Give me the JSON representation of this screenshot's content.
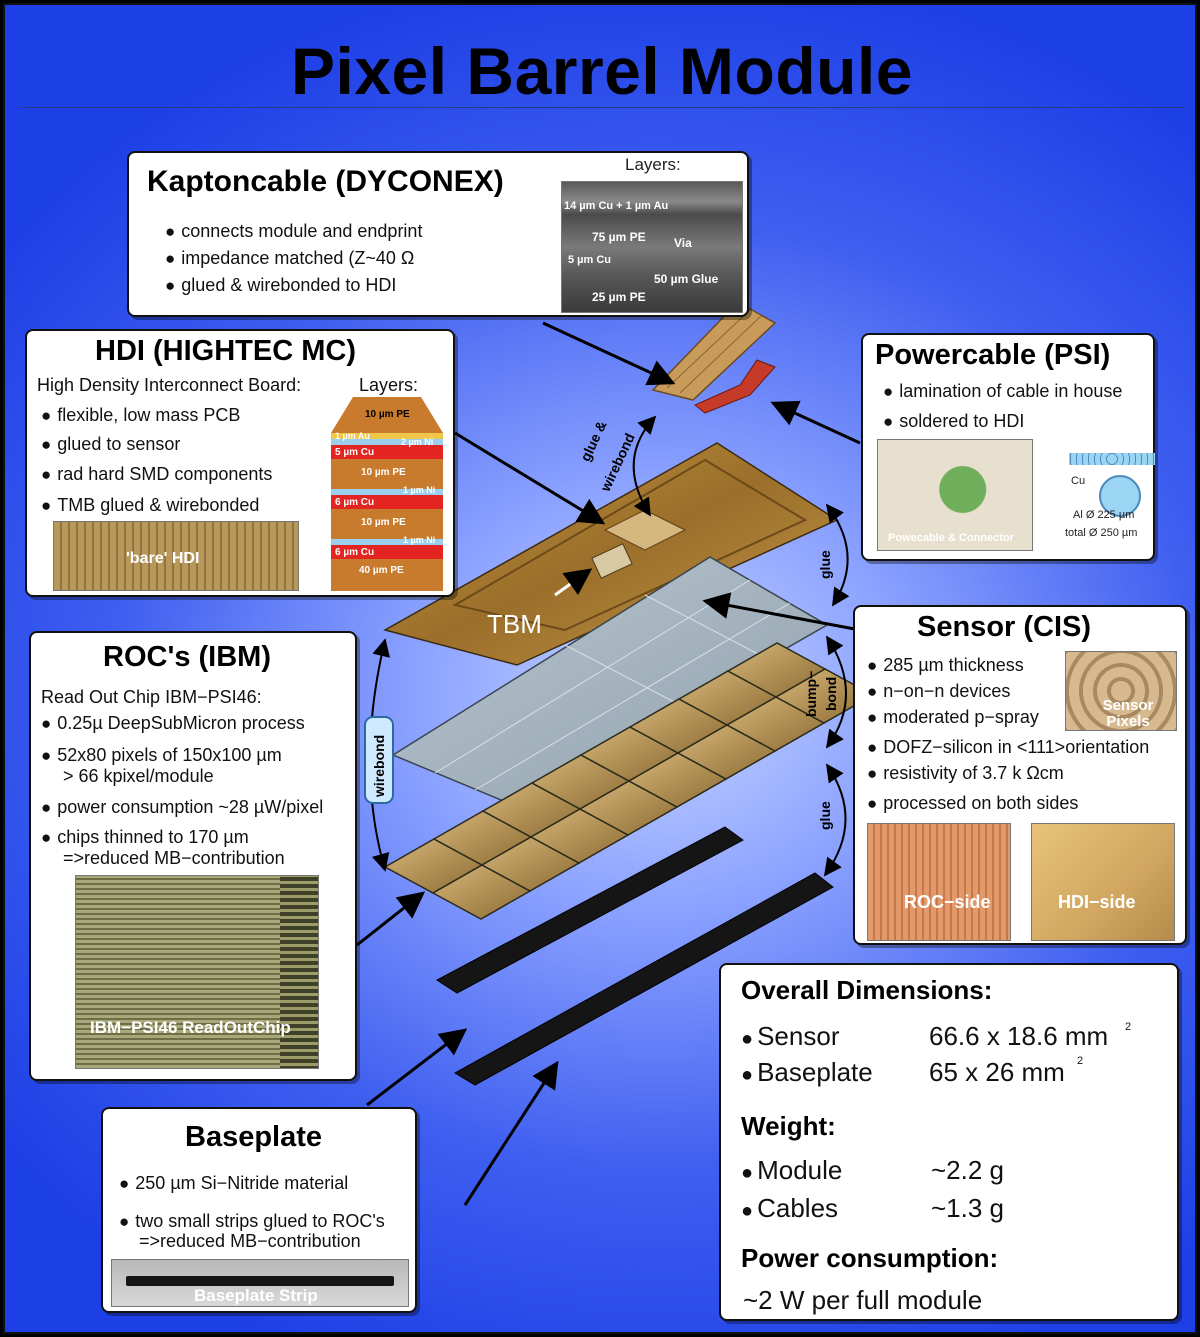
{
  "title": "Pixel Barrel Module",
  "kapton": {
    "title": "Kaptoncable (DYCONEX)",
    "bullets": [
      "connects module and endprint",
      "impedance matched (Z~40 Ω",
      "glued & wirebonded to HDI"
    ],
    "layers_label": "Layers:",
    "layers": [
      "14 µm Cu + 1 µm Au",
      "75 µm PE",
      "Via",
      "5 µm Cu",
      "50 µm Glue",
      "25 µm PE"
    ]
  },
  "hdi": {
    "title": "HDI (HIGHTEC MC)",
    "subtitle": "High Density Interconnect Board:",
    "layers_label": "Layers:",
    "bullets": [
      "flexible, low mass PCB",
      "glued to sensor",
      "rad hard SMD components",
      "TMB glued & wirebonded"
    ],
    "photo_label": "'bare' HDI",
    "layers": [
      "10 µm PE",
      "1 µm Au",
      "2 µm Ni",
      "5 µm Cu",
      "10 µm PE",
      "1 µm Ni",
      "6 µm Cu",
      "10 µm PE",
      "1 µm Ni",
      "6 µm Cu",
      "40 µm PE"
    ]
  },
  "powercable": {
    "title": "Powercable (PSI)",
    "bullets": [
      "lamination of cable in house",
      "soldered to HDI"
    ],
    "photo_label": "Powecable & Connector",
    "cu_label": "Cu",
    "al_label": "Al Ø 225 µm",
    "total_label": "total Ø 250 µm"
  },
  "roc": {
    "title": "ROC's (IBM)",
    "subtitle": "Read Out Chip IBM−PSI46:",
    "bullets": [
      "0.25µ DeepSubMicron process",
      "52x80 pixels of 150x100 µm",
      "power consumption ~28 µW/pixel",
      "chips thinned to 170 µm"
    ],
    "bullet2_cont": "> 66 kpixel/module",
    "bullet4_cont": "=>reduced MB−contribution",
    "photo_label": "IBM−PSI46 ReadOutChip"
  },
  "sensor": {
    "title": "Sensor (CIS)",
    "bullets": [
      "285 µm thickness",
      "n−on−n devices",
      "moderated p−spray",
      "DOFZ−silicon in <111>orientation",
      "resistivity of 3.7 k Ωcm",
      "processed on both sides"
    ],
    "photo_pixels": "Sensor Pixels",
    "photo_roc": "ROC−side",
    "photo_hdi": "HDI−side"
  },
  "baseplate": {
    "title": "Baseplate",
    "bullets": [
      "250 µm Si−Nitride material",
      "two small strips glued to ROC's"
    ],
    "bullet2_cont": "=>reduced MB−contribution",
    "photo_label": "Baseplate Strip"
  },
  "overall": {
    "dims_title": "Overall Dimensions:",
    "sensor_label": "Sensor",
    "sensor_value": "66.6 x 18.6 mm",
    "baseplate_label": "Baseplate",
    "baseplate_value": "65 x 26 mm",
    "sup": "2",
    "weight_title": "Weight:",
    "module_label": "Module",
    "module_value": "~2.2 g",
    "cables_label": "Cables",
    "cables_value": "~1.3 g",
    "power_title": "Power consumption:",
    "power_value": "~2 W per full module"
  },
  "diagram": {
    "tbm": "TBM",
    "glue_wirebond_1": "glue &",
    "glue_wirebond_2": "wirebond",
    "glue": "glue",
    "bump_1": "bump−",
    "bump_2": "bond",
    "wirebond": "wirebond"
  }
}
